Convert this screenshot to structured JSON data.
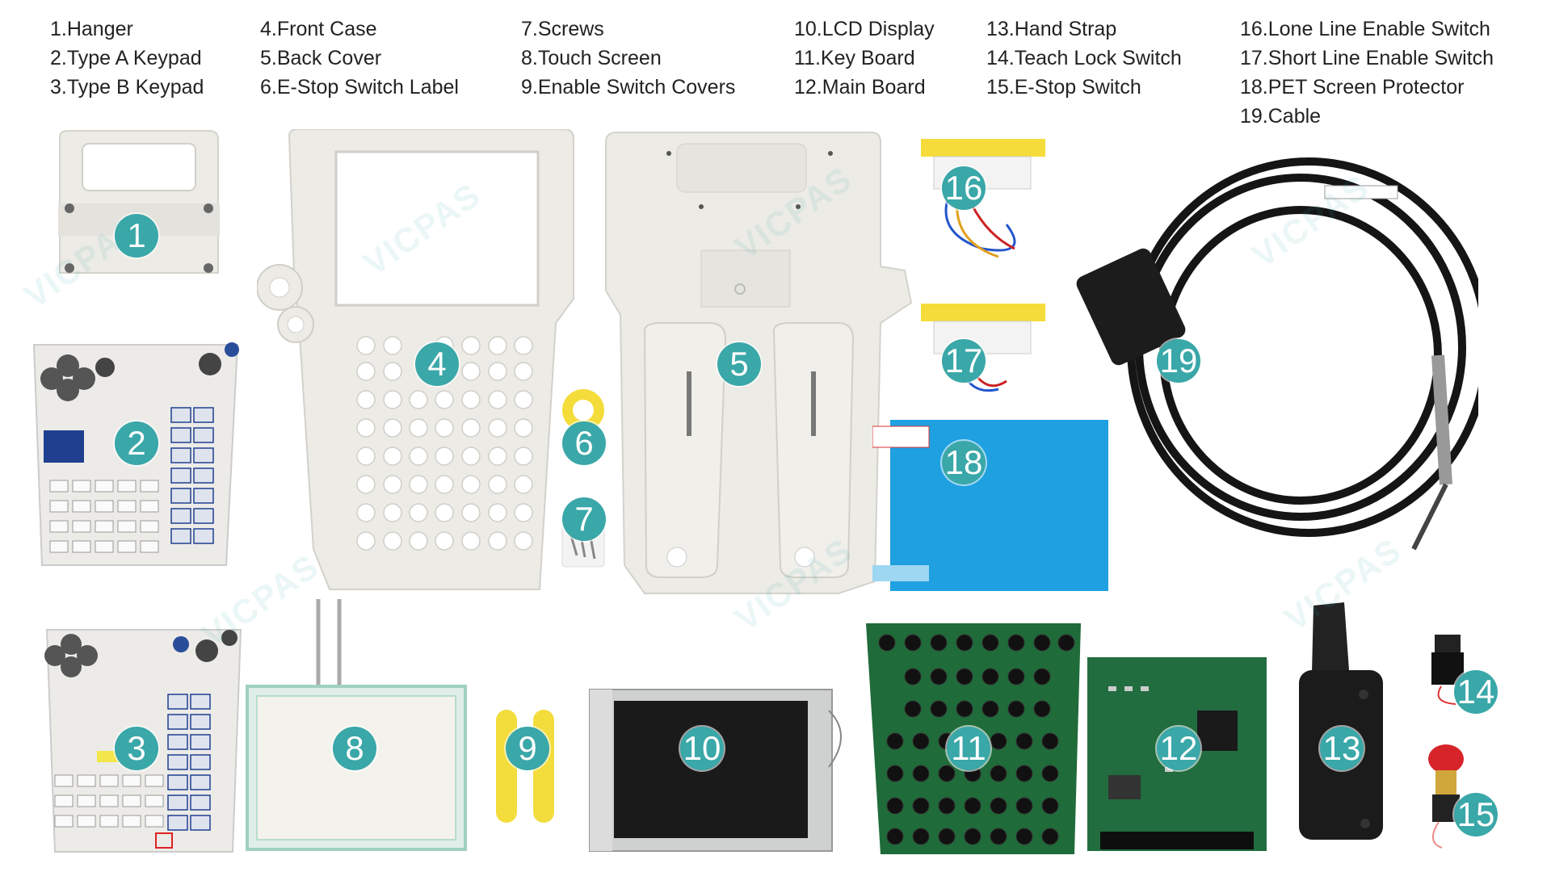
{
  "legend": {
    "col1": [
      "1.Hanger",
      "2.Type A Keypad",
      "3.Type B Keypad"
    ],
    "col2": [
      "4.Front Case",
      "5.Back Cover",
      "6.E-Stop Switch Label"
    ],
    "col3": [
      "7.Screws",
      "8.Touch Screen",
      "9.Enable Switch Covers"
    ],
    "col4": [
      "10.LCD Display",
      "11.Key Board",
      "12.Main Board"
    ],
    "col5": [
      "13.Hand Strap",
      "14.Teach Lock Switch",
      "15.E-Stop Switch"
    ],
    "col6": [
      "16.Lone Line Enable Switch",
      "17.Short Line Enable Switch",
      "18.PET Screen Protector",
      "19.Cable"
    ]
  },
  "badges": [
    "1",
    "2",
    "3",
    "4",
    "5",
    "6",
    "7",
    "8",
    "9",
    "10",
    "11",
    "12",
    "13",
    "14",
    "15",
    "16",
    "17",
    "18",
    "19"
  ],
  "watermark": "VICPAS",
  "colors": {
    "badge": "#3aa7a8",
    "case": "#e9e9e4",
    "pcb": "#1f6b3a",
    "yellow": "#f4dc3a",
    "protector": "#1fa0e0"
  }
}
